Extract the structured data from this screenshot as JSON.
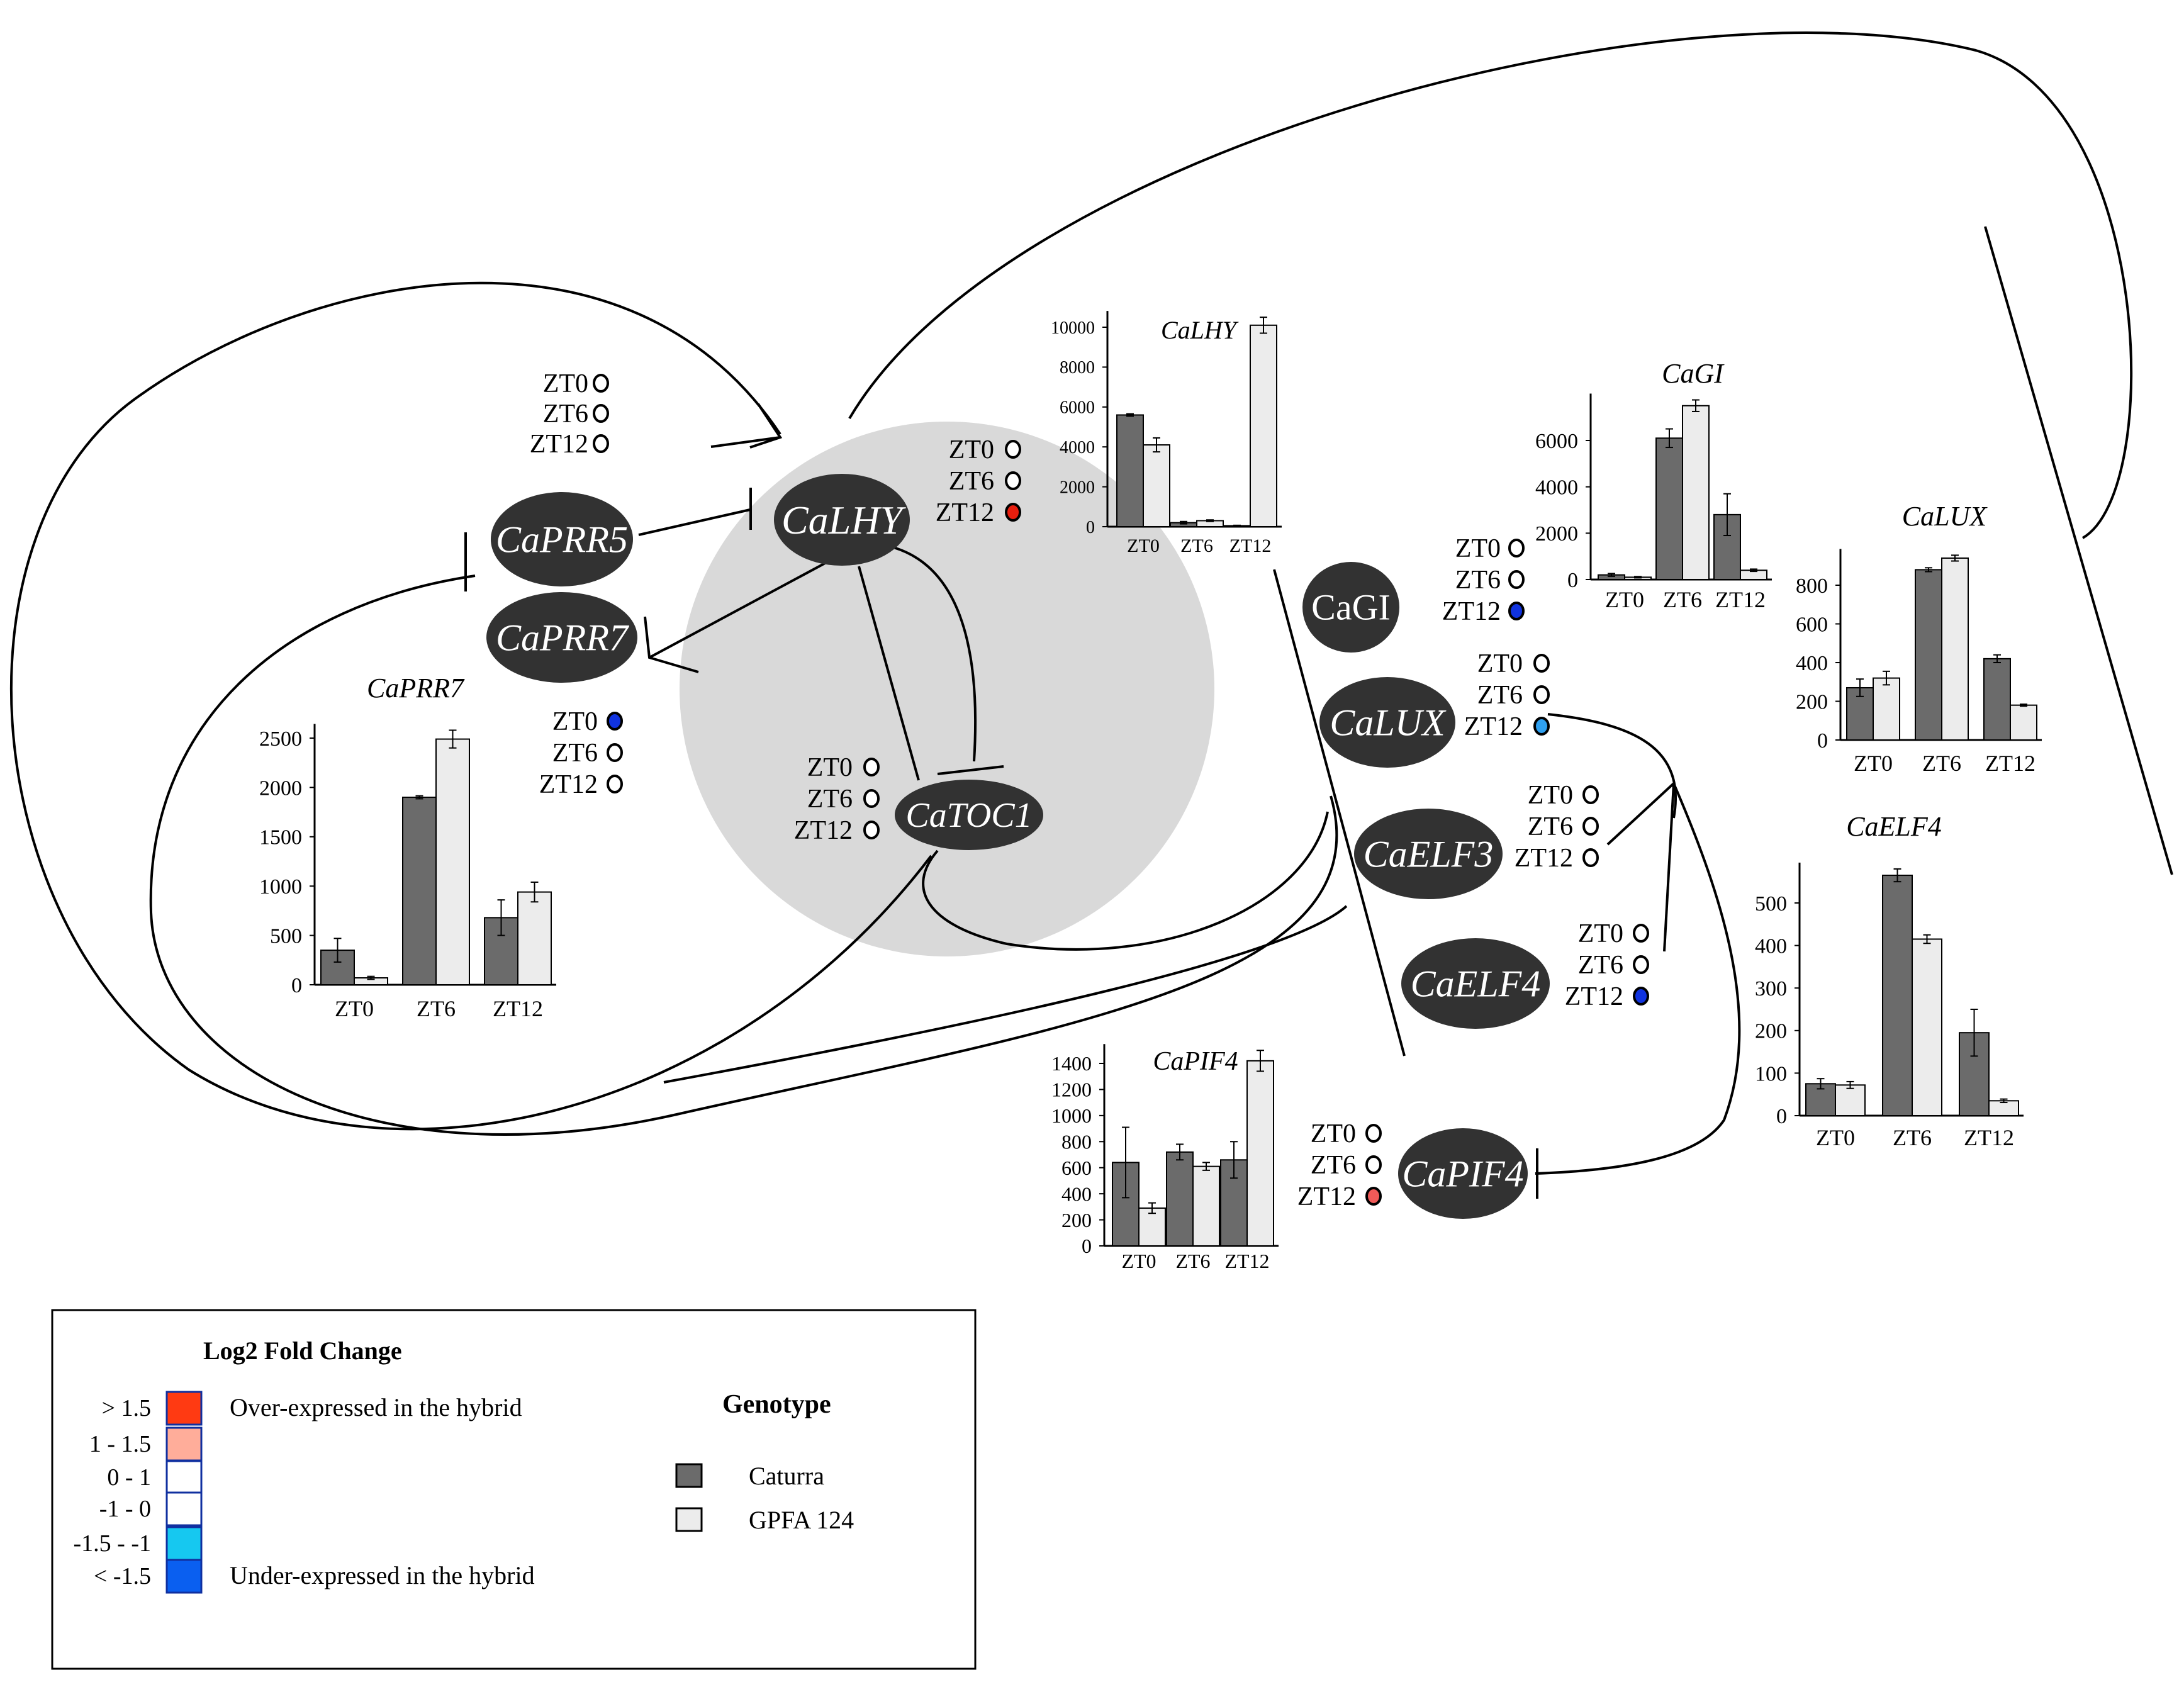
{
  "colors": {
    "caturra": "#6b6b6b",
    "gpfa": "#ececec",
    "node_fill": "#323232",
    "nucleus": "#d9d9d9",
    "gt_1_5": "#ff3a12",
    "c1_1_5": "#ffad9a",
    "c0_1": "#ffffff",
    "cm1_0": "#ffffff",
    "cm15_m1": "#16c8f0",
    "lt_m1_5": "#0a5ff0",
    "dot_blue": "#1033e0",
    "dot_lightblue": "#2fa0f0",
    "dot_red": "#e81e0e",
    "dot_lightred": "#f05a58",
    "dot_white": "#ffffff"
  },
  "genes": {
    "CaLHY": {
      "label": "CaLHY",
      "italic": true,
      "zt": [
        [
          "ZT0",
          "dot_white"
        ],
        [
          "ZT6",
          "dot_white"
        ],
        [
          "ZT12",
          "dot_red"
        ]
      ]
    },
    "CaPRR5": {
      "label": "CaPRR5",
      "italic": true,
      "zt": [
        [
          "ZT0",
          "dot_white"
        ],
        [
          "ZT6",
          "dot_white"
        ],
        [
          "ZT12",
          "dot_white"
        ]
      ]
    },
    "CaPRR7": {
      "label": "CaPRR7",
      "italic": true,
      "zt": [
        [
          "ZT0",
          "dot_blue"
        ],
        [
          "ZT6",
          "dot_white"
        ],
        [
          "ZT12",
          "dot_white"
        ]
      ]
    },
    "CaTOC1": {
      "label": "CaTOC1",
      "italic": true,
      "zt": [
        [
          "ZT0",
          "dot_white"
        ],
        [
          "ZT6",
          "dot_white"
        ],
        [
          "ZT12",
          "dot_white"
        ]
      ]
    },
    "CaGI": {
      "label": "CaGI",
      "italic": false,
      "zt": [
        [
          "ZT0",
          "dot_white"
        ],
        [
          "ZT6",
          "dot_white"
        ],
        [
          "ZT12",
          "dot_blue"
        ]
      ]
    },
    "CaLUX": {
      "label": "CaLUX",
      "italic": true,
      "zt": [
        [
          "ZT0",
          "dot_white"
        ],
        [
          "ZT6",
          "dot_white"
        ],
        [
          "ZT12",
          "dot_lightblue"
        ]
      ]
    },
    "CaELF3": {
      "label": "CaELF3",
      "italic": true,
      "zt": [
        [
          "ZT0",
          "dot_white"
        ],
        [
          "ZT6",
          "dot_white"
        ],
        [
          "ZT12",
          "dot_white"
        ]
      ]
    },
    "CaELF4": {
      "label": "CaELF4",
      "italic": true,
      "zt": [
        [
          "ZT0",
          "dot_white"
        ],
        [
          "ZT6",
          "dot_white"
        ],
        [
          "ZT12",
          "dot_blue"
        ]
      ]
    },
    "CaPIF4": {
      "label": "CaPIF4",
      "italic": true,
      "zt": [
        [
          "ZT0",
          "dot_white"
        ],
        [
          "ZT6",
          "dot_white"
        ],
        [
          "ZT12",
          "dot_lightred"
        ]
      ]
    }
  },
  "chart_data": [
    {
      "type": "bar",
      "title": "CaLHY",
      "categories": [
        "ZT0",
        "ZT6",
        "ZT12"
      ],
      "series": [
        {
          "name": "Caturra",
          "values": [
            5600,
            200,
            50
          ],
          "errors": [
            60,
            60,
            20
          ]
        },
        {
          "name": "GPFA 124",
          "values": [
            4100,
            300,
            10100
          ],
          "errors": [
            350,
            40,
            400
          ]
        }
      ],
      "ylim": [
        0,
        10000
      ],
      "yticks": [
        0,
        2000,
        4000,
        6000,
        8000,
        10000
      ]
    },
    {
      "type": "bar",
      "title": "CaGI",
      "categories": [
        "ZT0",
        "ZT6",
        "ZT12"
      ],
      "series": [
        {
          "name": "Caturra",
          "values": [
            200,
            6100,
            2800
          ],
          "errors": [
            60,
            400,
            900
          ]
        },
        {
          "name": "GPFA 124",
          "values": [
            100,
            7500,
            400
          ],
          "errors": [
            30,
            250,
            50
          ]
        }
      ],
      "ylim": [
        0,
        6000
      ],
      "yticks": [
        0,
        2000,
        4000,
        6000
      ]
    },
    {
      "type": "bar",
      "title": "CaLUX",
      "categories": [
        "ZT0",
        "ZT6",
        "ZT12"
      ],
      "series": [
        {
          "name": "Caturra",
          "values": [
            270,
            880,
            420
          ],
          "errors": [
            45,
            10,
            20
          ]
        },
        {
          "name": "GPFA 124",
          "values": [
            320,
            940,
            180
          ],
          "errors": [
            35,
            15,
            5
          ]
        }
      ],
      "ylim": [
        0,
        800
      ],
      "yticks": [
        0,
        200,
        400,
        600,
        800
      ]
    },
    {
      "type": "bar",
      "title": "CaPRR7",
      "categories": [
        "ZT0",
        "ZT6",
        "ZT12"
      ],
      "series": [
        {
          "name": "Caturra",
          "values": [
            350,
            1900,
            680
          ],
          "errors": [
            120,
            15,
            180
          ]
        },
        {
          "name": "GPFA 124",
          "values": [
            70,
            2490,
            940
          ],
          "errors": [
            15,
            90,
            100
          ]
        }
      ],
      "ylim": [
        0,
        2500
      ],
      "yticks": [
        0,
        500,
        1000,
        1500,
        2000,
        2500
      ]
    },
    {
      "type": "bar",
      "title": "CaPIF4",
      "categories": [
        "ZT0",
        "ZT6",
        "ZT12"
      ],
      "series": [
        {
          "name": "Caturra",
          "values": [
            640,
            720,
            660
          ],
          "errors": [
            270,
            60,
            140
          ]
        },
        {
          "name": "GPFA 124",
          "values": [
            290,
            610,
            1420
          ],
          "errors": [
            40,
            30,
            80
          ]
        }
      ],
      "ylim": [
        0,
        1400
      ],
      "yticks": [
        0,
        200,
        400,
        600,
        800,
        1000,
        1200,
        1400
      ]
    },
    {
      "type": "bar",
      "title": "CaELF4",
      "categories": [
        "ZT0",
        "ZT6",
        "ZT12"
      ],
      "series": [
        {
          "name": "Caturra",
          "values": [
            75,
            565,
            195
          ],
          "errors": [
            12,
            15,
            55
          ]
        },
        {
          "name": "GPFA 124",
          "values": [
            72,
            415,
            35
          ],
          "errors": [
            8,
            10,
            4
          ]
        }
      ],
      "ylim": [
        0,
        500
      ],
      "yticks": [
        0,
        100,
        200,
        300,
        400,
        500
      ]
    }
  ],
  "legend": {
    "title": "Log2 Fold Change",
    "rows": [
      {
        "label": "> 1.5",
        "color": "gt_1_5",
        "note": "Over-expressed in the hybrid"
      },
      {
        "label": "1 - 1.5",
        "color": "c1_1_5",
        "note": ""
      },
      {
        "label": "0 - 1",
        "color": "c0_1",
        "note": ""
      },
      {
        "label": "-1 - 0",
        "color": "cm1_0",
        "note": ""
      },
      {
        "label": "-1.5 - -1",
        "color": "cm15_m1",
        "note": ""
      },
      {
        "label": "< -1.5",
        "color": "lt_m1_5",
        "note": "Under-expressed in the hybrid"
      }
    ],
    "genotype_title": "Genotype",
    "genotypes": [
      {
        "label": "Caturra",
        "color": "caturra"
      },
      {
        "label": "GPFA 124",
        "color": "gpfa"
      }
    ]
  }
}
